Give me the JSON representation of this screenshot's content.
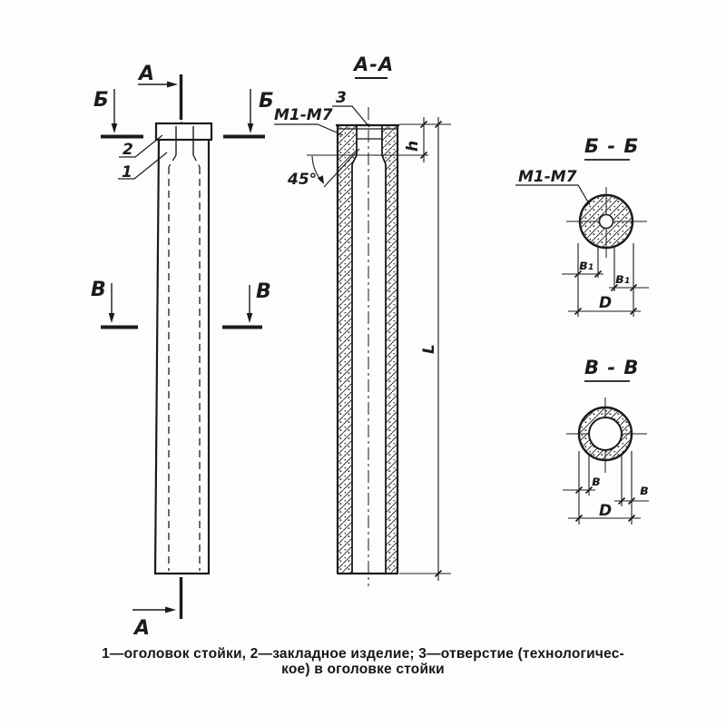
{
  "elevation": {
    "cut_labels": {
      "a_top": "А",
      "a_bottom": "А",
      "b_left": "Б",
      "b_right": "Б",
      "v_left": "В",
      "v_right": "В"
    },
    "callouts": {
      "c2": "2",
      "c1": "1"
    }
  },
  "section_aa": {
    "title": "А-А",
    "callout_3": "3",
    "embed_label": "М1-М7",
    "angle": "45°",
    "dim_h": "h",
    "dim_l": "L"
  },
  "section_bb": {
    "title": "Б - Б",
    "embed_label": "М1-М7",
    "dim_v1_left": "в₁",
    "dim_v1_right": "в₁",
    "dim_d": "D"
  },
  "section_vv": {
    "title": "В - В",
    "dim_v_left": "в",
    "dim_v_right": "в",
    "dim_d": "D"
  },
  "caption": {
    "line1": "1—оголовок стойки, 2—закладное изделие; 3—отверстие (технологичес-",
    "line2": "кое) в оголовке стойки"
  },
  "colors": {
    "ink": "#1b1b1b",
    "paper": "#fdfdfb"
  }
}
